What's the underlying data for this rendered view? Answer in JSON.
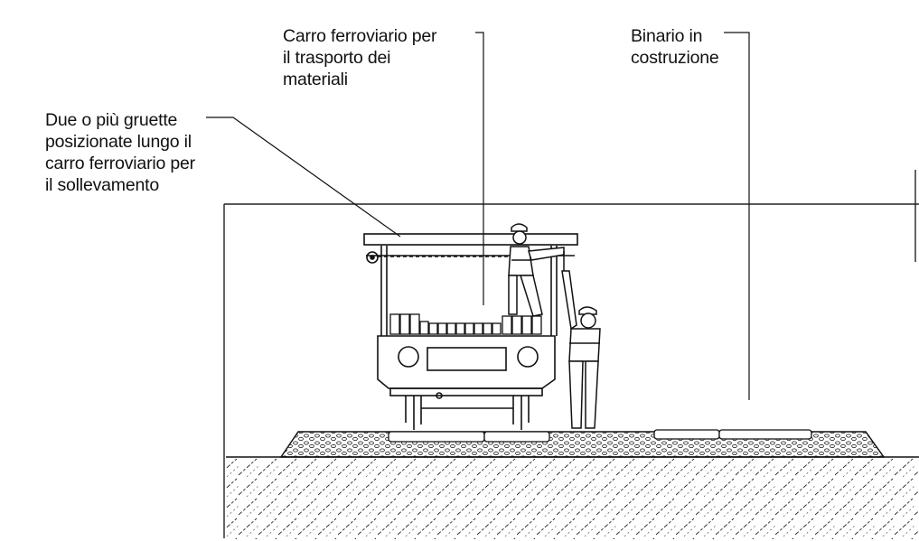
{
  "labels": {
    "gruette": [
      "Due o più gruette",
      "posizionate lungo il",
      "carro ferroviario per",
      "il sollevamento"
    ],
    "carro": [
      "Carro ferroviario per",
      "il trasporto dei",
      "materiali"
    ],
    "binario": [
      "Binario in",
      "costruzione"
    ]
  }
}
